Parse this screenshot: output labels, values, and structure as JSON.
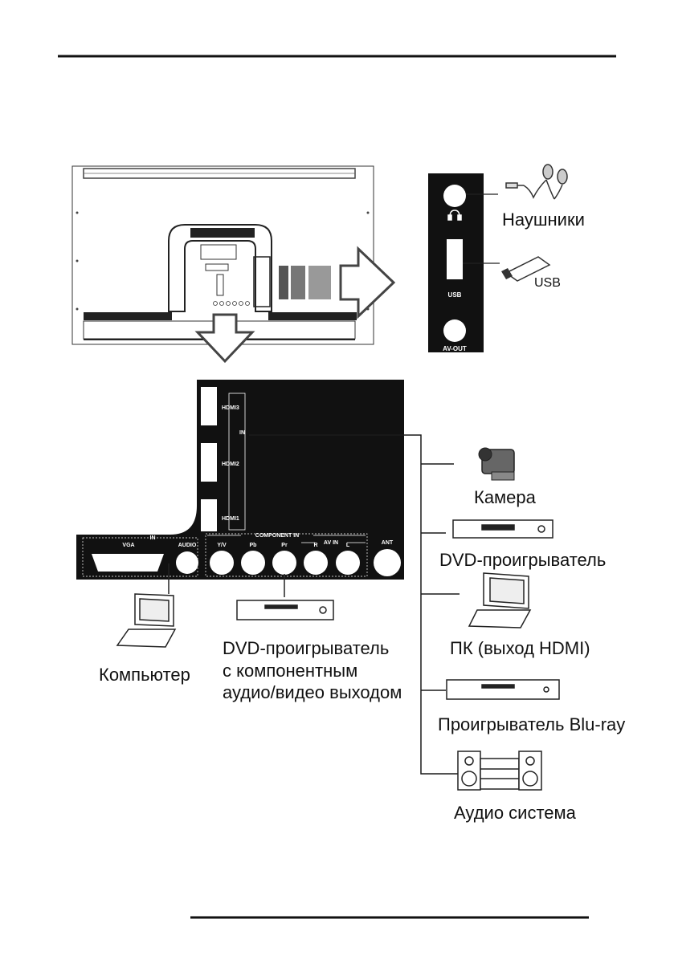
{
  "side_panel": {
    "usb_label": "USB",
    "avout_label": "AV-OUT"
  },
  "devices": {
    "headphones": "Наушники",
    "usb_stick": "USB",
    "camera": "Камера",
    "dvd": "DVD-проигрыватель",
    "pc_hdmi": "ПК (выход HDMI)",
    "bluray": "Проигрыватель Blu-ray",
    "audio": "Аудио система",
    "computer": "Компьютер",
    "dvd_component": [
      "DVD-проигрыватель",
      "с компонентным",
      "аудио/видео выходом"
    ]
  },
  "main_panel": {
    "hdmi3": "HDMI3",
    "hdmi2": "HDMI2",
    "hdmi1": "HDMI1",
    "in": "IN",
    "in_top": "IN",
    "vga": "VGA",
    "audio": "AUDIO",
    "component_in": "COMPONENT IN",
    "av_in": "AV IN",
    "yv": "Y/V",
    "pb": "Pb",
    "pr": "Pr",
    "r": "R",
    "l": "L",
    "ant": "ANT"
  },
  "colors": {
    "panel": "#111111",
    "line": "#1a1a1a",
    "arrow_fill": "#8a8a8a"
  }
}
